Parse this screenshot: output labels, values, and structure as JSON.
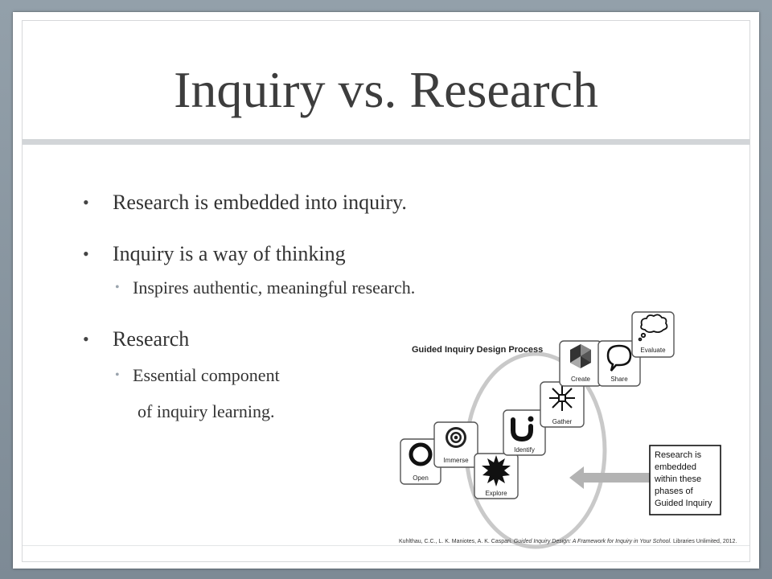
{
  "slide": {
    "title": "Inquiry vs. Research",
    "bullets": [
      {
        "text": "Research is embedded into inquiry."
      },
      {
        "text": "Inquiry is a way of thinking",
        "sub": [
          "Inspires authentic, meaningful research."
        ]
      },
      {
        "text": "Research",
        "sub": [
          "Essential component",
          "of inquiry learning."
        ]
      }
    ]
  },
  "diagram": {
    "title": "Guided Inquiry Design Process",
    "steps": [
      "Open",
      "Immerse",
      "Explore",
      "Identify",
      "Gather",
      "Create",
      "Share",
      "Evaluate"
    ],
    "callout": [
      "Research is",
      "embedded",
      "within these",
      "phases of",
      "Guided Inquiry"
    ],
    "citation_pre": "Kuhlthau, C.C., L. K. Maniotes, A. K. Caspari. ",
    "citation_title": "Guided Inquiry Design: A Framework for Inquiry in Your School.",
    "citation_post": " Libraries Unlimited, 2012."
  }
}
